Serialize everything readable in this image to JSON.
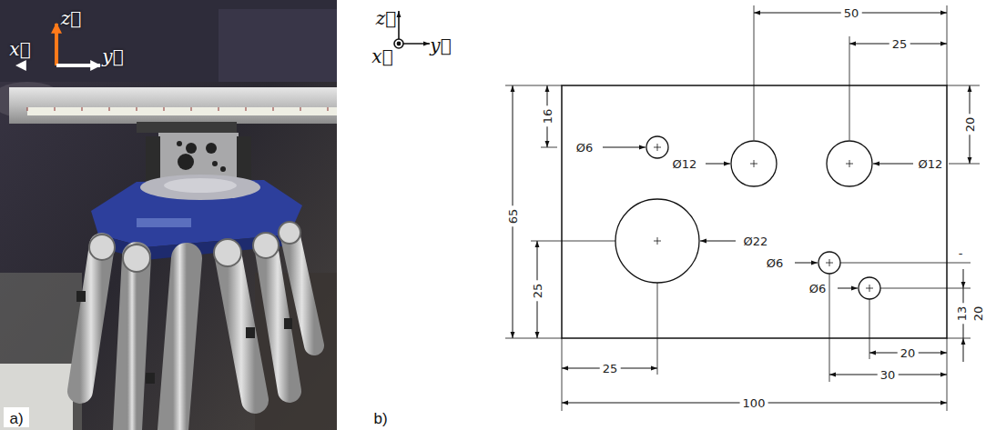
{
  "diagram": {
    "labels": [
      "z⃗",
      "x⃗",
      "y⃗",
      "a)",
      "z⃗",
      "x⃗",
      "y⃗",
      "b)",
      "50",
      "25",
      "20",
      "16",
      "Ø6",
      "Ø12",
      "Ø12",
      "65",
      "Ø22",
      "25",
      "Ø6",
      "-",
      "Ø6",
      "13",
      "20",
      "25",
      "20",
      "30",
      "100"
    ]
  }
}
